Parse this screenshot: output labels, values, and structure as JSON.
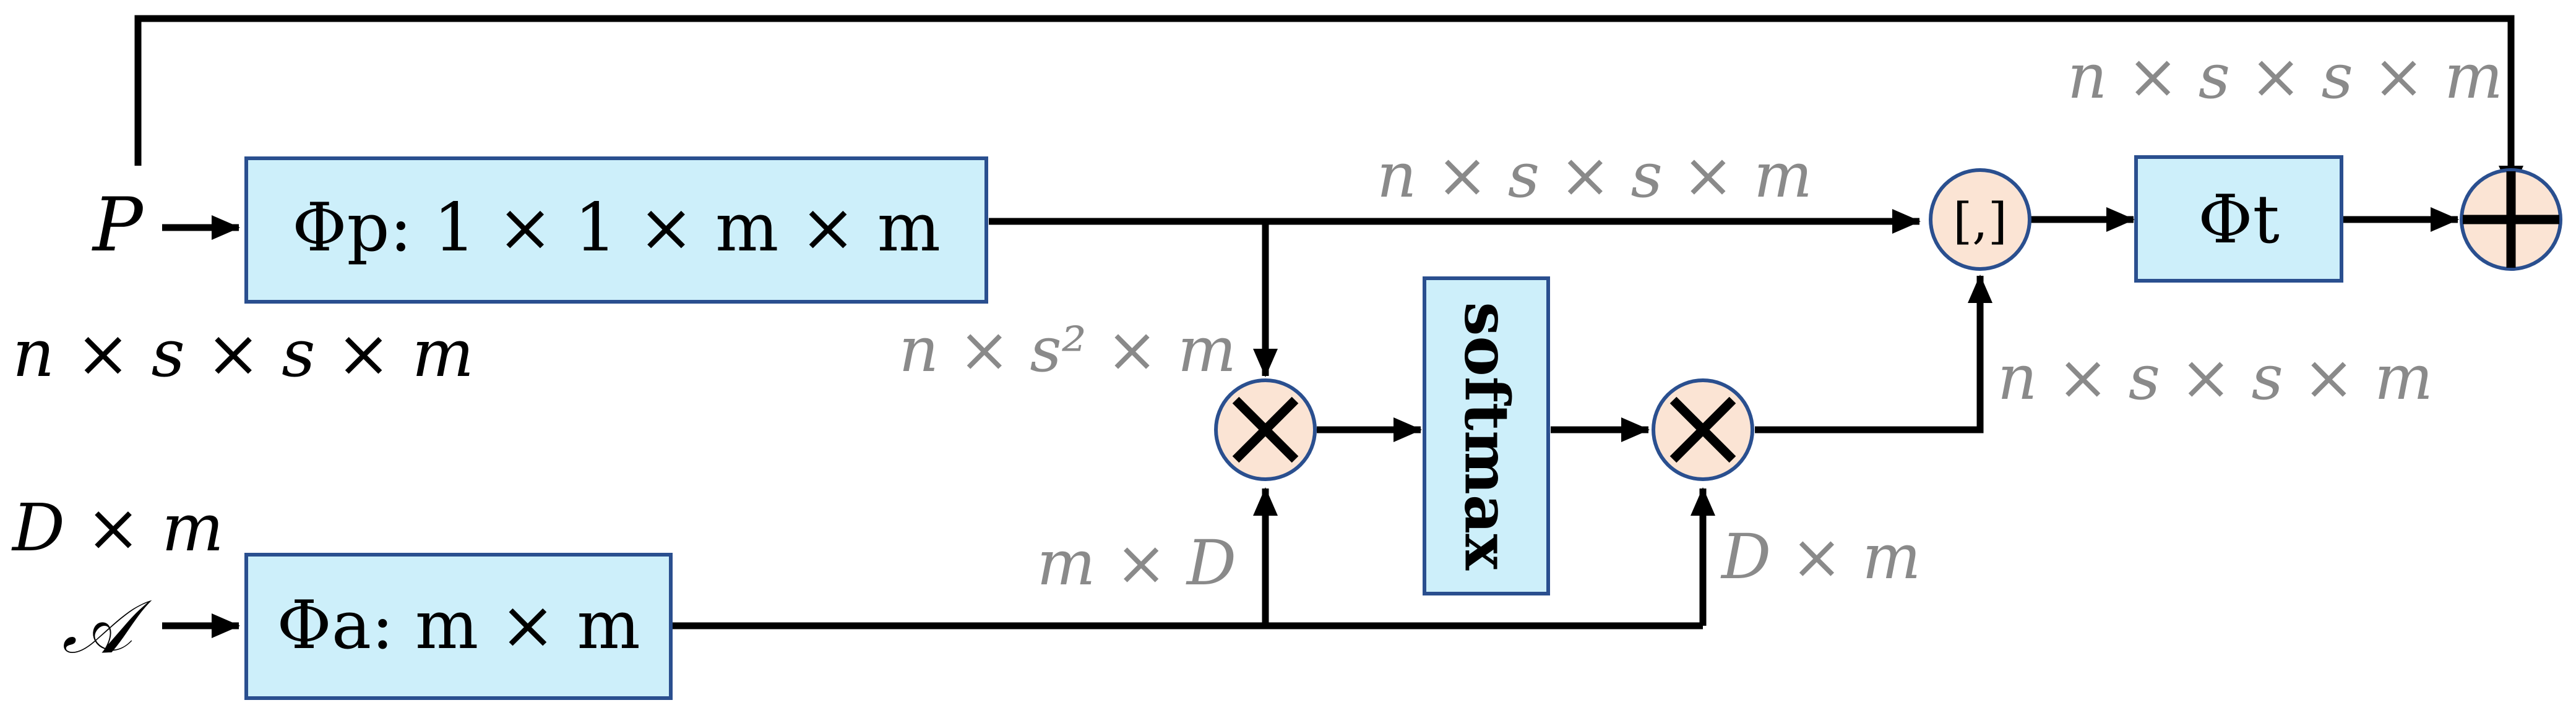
{
  "inputs": {
    "p_symbol": "P",
    "p_dim": "n × s × s × m",
    "a_symbol": "𝒜",
    "a_dim": "D × m"
  },
  "blocks": {
    "phi_p": "Φp: 1 × 1 × m × m",
    "phi_a": "Φa: m × m",
    "softmax": "softmax",
    "phi_t": "Φt",
    "concat": "[,]"
  },
  "edge_labels": {
    "skip_dim": "n × s × s × m",
    "phi_p_out": "n × s × s × m",
    "reshaped": "n × s² × m",
    "transposed": "m × D",
    "a_out": "D × m",
    "attended": "n × s × s × m"
  },
  "colors": {
    "block_fill": "#cdeffa",
    "operator_fill": "#fbe4d4",
    "outline": "#2a4f8f",
    "label_gray": "#8a8a8a"
  }
}
